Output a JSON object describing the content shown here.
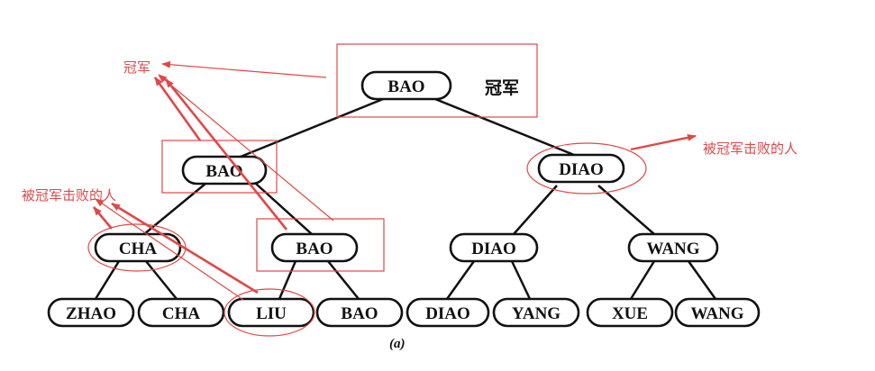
{
  "colors": {
    "annotation": "#e04848",
    "tree": "#111111"
  },
  "tree": {
    "champion_label": "冠军",
    "caption": "(a)",
    "nodes": {
      "root": "BAO",
      "l1_left": "BAO",
      "l1_right": "DIAO",
      "l2_a": "CHA",
      "l2_b": "BAO",
      "l2_c": "DIAO",
      "l2_d": "WANG",
      "leaf_1": "ZHAO",
      "leaf_2": "CHA",
      "leaf_3": "LIU",
      "leaf_4": "BAO",
      "leaf_5": "DIAO",
      "leaf_6": "YANG",
      "leaf_7": "XUE",
      "leaf_8": "WANG"
    }
  },
  "annotations": {
    "champion": "冠军",
    "defeated_right": "被冠军击败的人",
    "defeated_left": "被冠军击败的人"
  }
}
